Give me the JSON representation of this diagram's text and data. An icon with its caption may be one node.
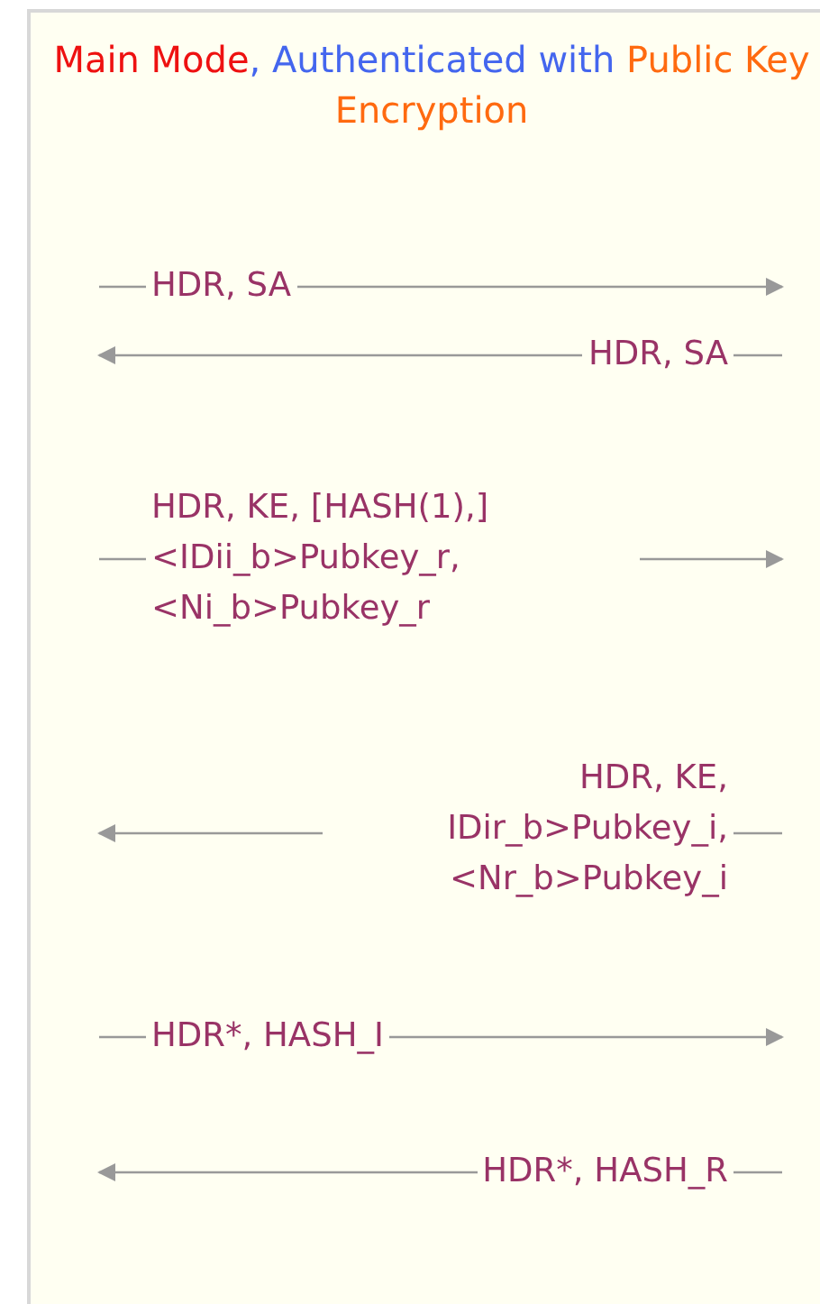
{
  "diagram": {
    "title": "Main Mode, Authenticated with Public Key Encryption",
    "labels": [
      "HDR, SA",
      "HDR, SA",
      "HDR, KE, [HASH(1),] <IDii_b>Pubkey_r, <Ni_b>Pubkey_r",
      "HDR, KE, IDir_b>Pubkey_i, <Nr_b>Pubkey_i",
      "HDR*, HASH_I",
      "HDR*, HASH_R"
    ]
  }
}
